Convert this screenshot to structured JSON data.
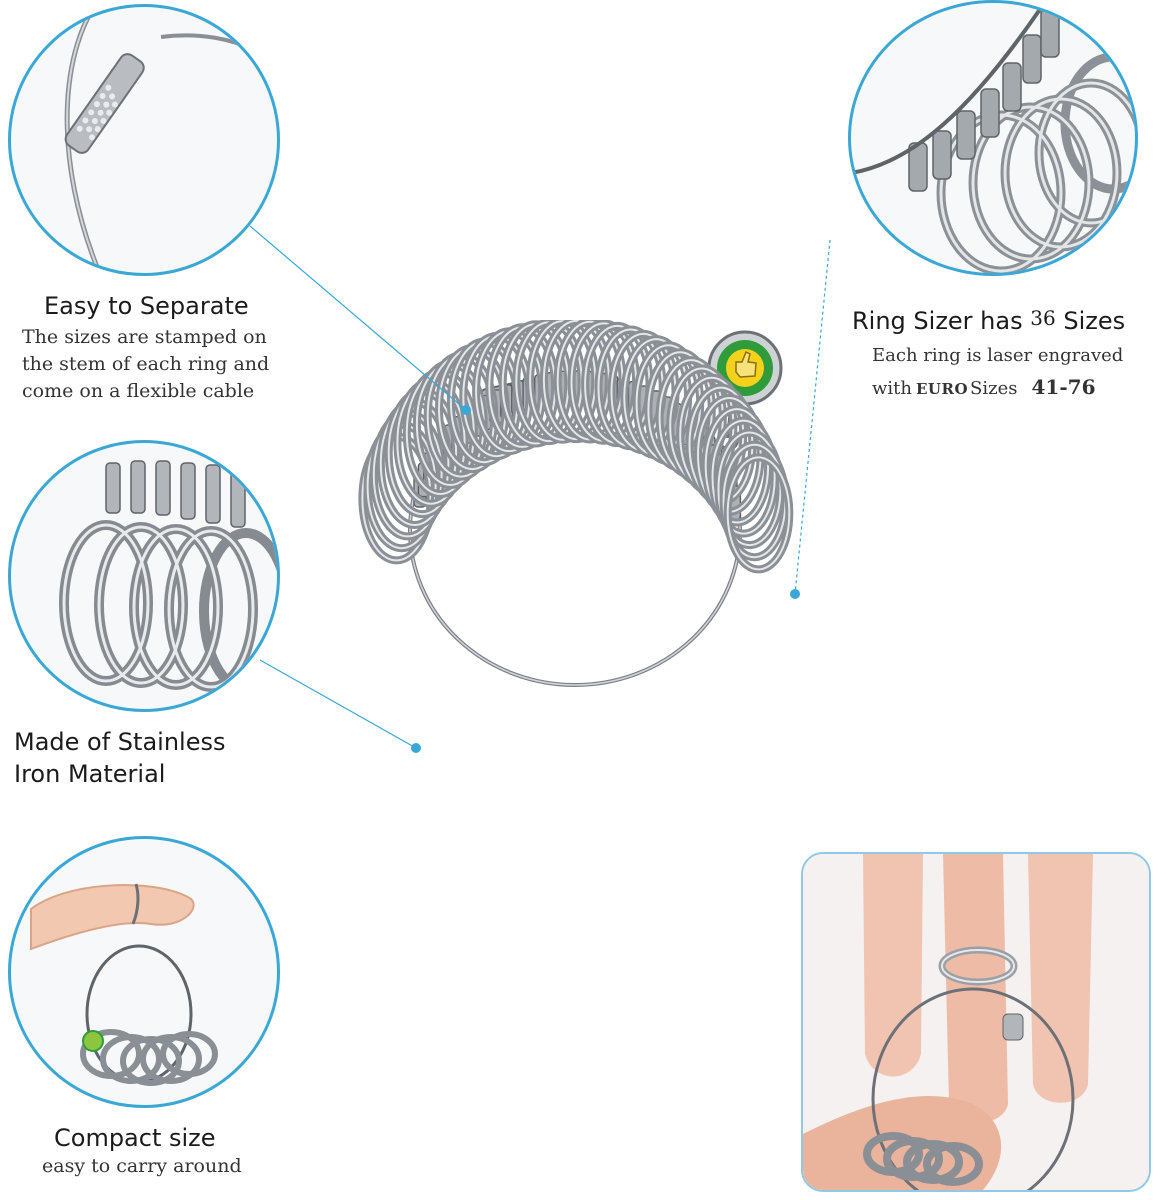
{
  "callouts": {
    "separate": {
      "title": "Easy to Separate",
      "lines": [
        "The sizes are stamped on",
        "the stem of each ring and",
        "come on a flexible cable"
      ]
    },
    "sizes": {
      "title_prefix": "Ring Sizer has",
      "title_number": "36",
      "title_suffix": "Sizes",
      "line1": "Each ring is laser engraved",
      "line2_prefix": "with",
      "line2_euro": "EURO",
      "line2_sizes": "Sizes",
      "line2_range": "41-76"
    },
    "material": {
      "title_lines": [
        "Made of Stainless",
        "Iron Material"
      ]
    },
    "compact": {
      "title": "Compact size",
      "subtitle": "easy to carry around"
    }
  },
  "colors": {
    "accent": "#3aa7d6",
    "metal": "#9ea3a8",
    "medallion_green": "#2f9b3a",
    "medallion_yellow": "#f4d21c"
  },
  "icons": {
    "medallion": "thumbs-up-medallion-icon"
  }
}
